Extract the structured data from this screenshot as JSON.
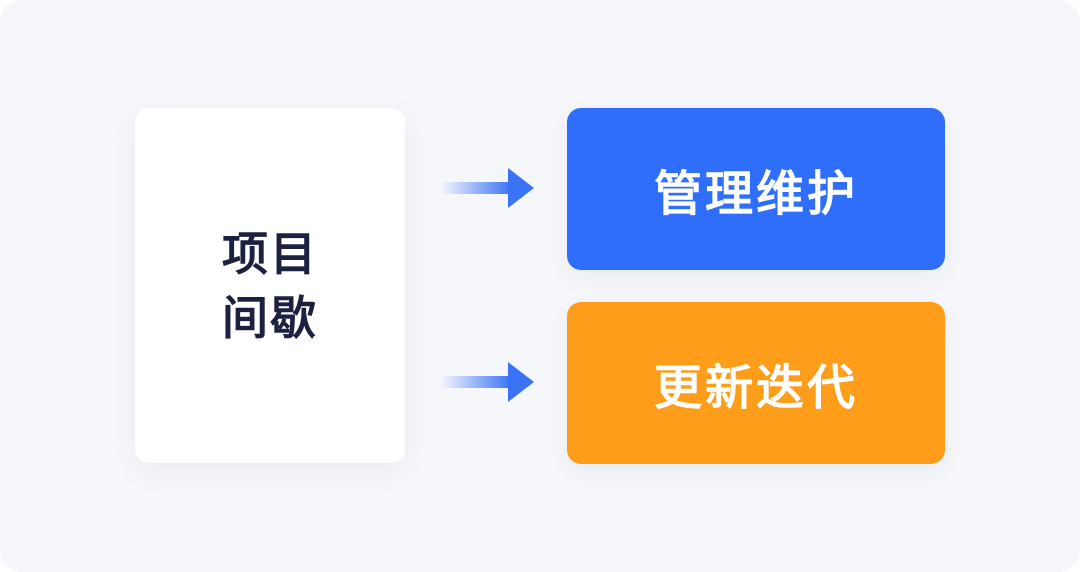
{
  "source": {
    "lines": [
      "项目",
      "间歇"
    ]
  },
  "targets": [
    {
      "label": "管理维护",
      "color": "#2f6dfb"
    },
    {
      "label": "更新迭代",
      "color": "#fd9d1a"
    }
  ],
  "arrow_color": "#3a73f5"
}
